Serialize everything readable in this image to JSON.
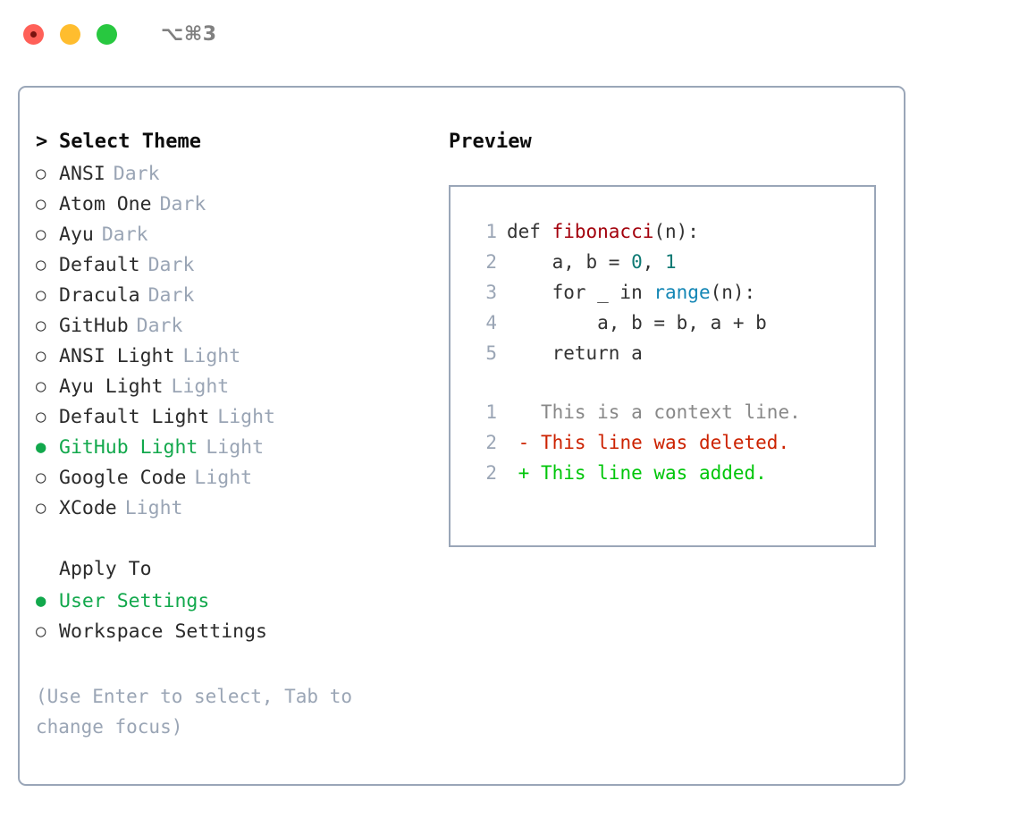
{
  "titlebar": {
    "shortcut": "⌥⌘3",
    "buttons": [
      {
        "name": "close",
        "color": "#ff6058"
      },
      {
        "name": "minimize",
        "color": "#ffbd2e"
      },
      {
        "name": "maximize",
        "color": "#28c840"
      }
    ]
  },
  "theme_picker": {
    "header": "Select Theme",
    "caret": ">",
    "bullet_unselected": "○",
    "bullet_selected": "●",
    "items": [
      {
        "label": "ANSI",
        "suffix": "Dark",
        "selected": false
      },
      {
        "label": "Atom One",
        "suffix": "Dark",
        "selected": false
      },
      {
        "label": "Ayu",
        "suffix": "Dark",
        "selected": false
      },
      {
        "label": "Default",
        "suffix": "Dark",
        "selected": false
      },
      {
        "label": "Dracula",
        "suffix": "Dark",
        "selected": false
      },
      {
        "label": "GitHub",
        "suffix": "Dark",
        "selected": false
      },
      {
        "label": "ANSI Light",
        "suffix": "Light",
        "selected": false
      },
      {
        "label": "Ayu Light",
        "suffix": "Light",
        "selected": false
      },
      {
        "label": "Default Light",
        "suffix": "Light",
        "selected": false
      },
      {
        "label": "GitHub Light",
        "suffix": "Light",
        "selected": true
      },
      {
        "label": "Google Code",
        "suffix": "Light",
        "selected": false
      },
      {
        "label": "XCode",
        "suffix": "Light",
        "selected": false
      }
    ]
  },
  "apply_to": {
    "header": "Apply To",
    "items": [
      {
        "label": "User Settings",
        "selected": true
      },
      {
        "label": "Workspace Settings",
        "selected": false
      }
    ]
  },
  "hint": "(Use Enter to select, Tab to change focus)",
  "preview": {
    "title": "Preview",
    "code": [
      {
        "num": "1",
        "parts": [
          {
            "t": "def ",
            "c": "code-text"
          },
          {
            "t": "fibonacci",
            "c": "tok-fn"
          },
          {
            "t": "(n):",
            "c": "code-text"
          }
        ]
      },
      {
        "num": "2",
        "parts": [
          {
            "t": "    a, b = ",
            "c": "code-text"
          },
          {
            "t": "0",
            "c": "tok-num"
          },
          {
            "t": ", ",
            "c": "code-text"
          },
          {
            "t": "1",
            "c": "tok-num"
          }
        ]
      },
      {
        "num": "3",
        "parts": [
          {
            "t": "    for _ in ",
            "c": "code-text"
          },
          {
            "t": "range",
            "c": "tok-call"
          },
          {
            "t": "(n):",
            "c": "code-text"
          }
        ]
      },
      {
        "num": "4",
        "parts": [
          {
            "t": "        a, b = b, a + b",
            "c": "code-text"
          }
        ]
      },
      {
        "num": "5",
        "parts": [
          {
            "t": "    return a",
            "c": "code-text"
          }
        ]
      }
    ],
    "diff": [
      {
        "num": "1",
        "marker": " ",
        "text": "This is a context line.",
        "kind": "d-ctx"
      },
      {
        "num": "2",
        "marker": "-",
        "text": "This line was deleted.",
        "kind": "d-del"
      },
      {
        "num": "2",
        "marker": "+",
        "text": "This line was added.",
        "kind": "d-add"
      }
    ]
  },
  "colors": {
    "accent_green": "#12a84c",
    "border": "#9aa6b8",
    "muted": "#9aa5b5",
    "diff_add": "#00c60a",
    "diff_del": "#cc2200",
    "syntax_function": "#a3000c",
    "syntax_number": "#0f7a74",
    "syntax_call": "#1386b5"
  }
}
